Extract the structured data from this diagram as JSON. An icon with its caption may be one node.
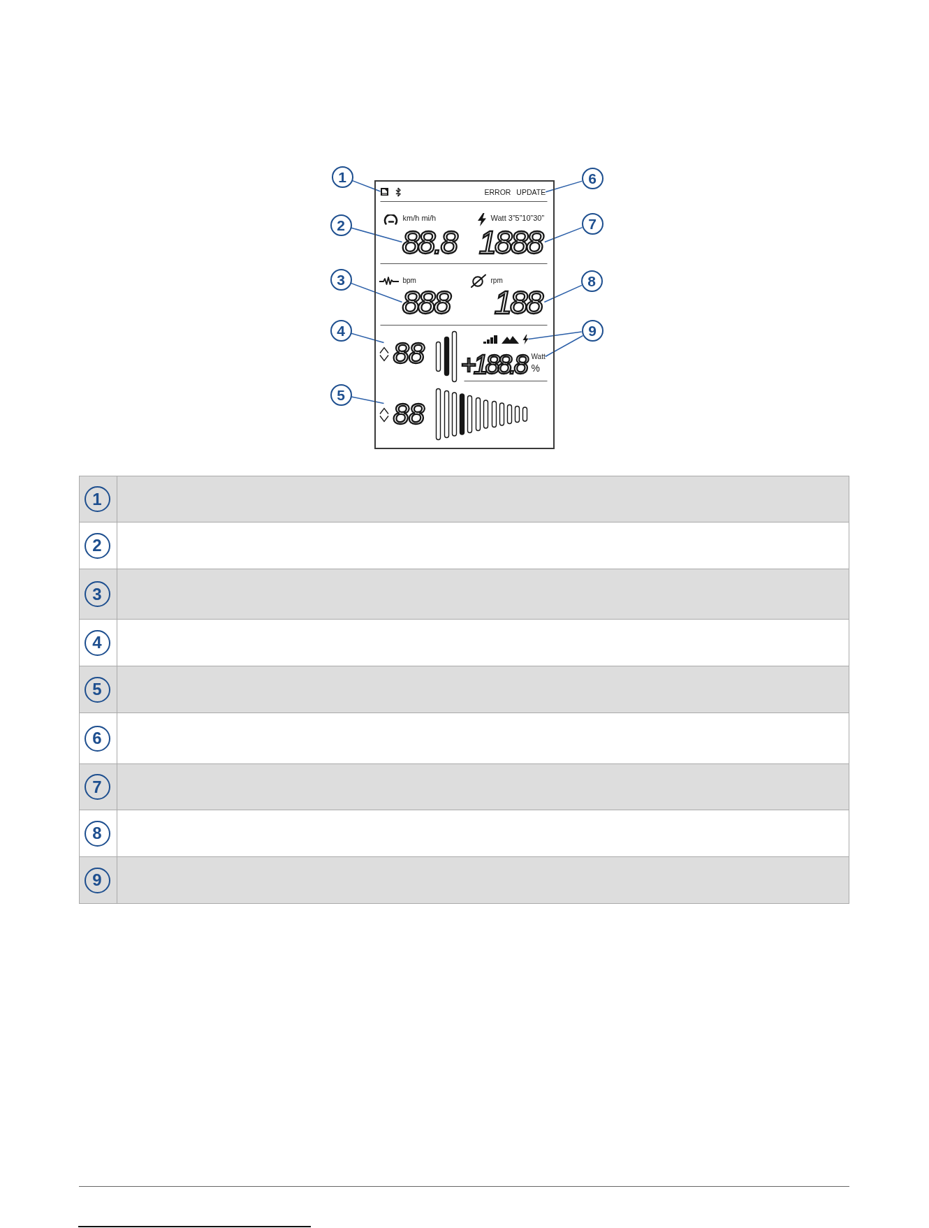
{
  "diagram": {
    "nodes": [
      {
        "text": [
          "1"
        ]
      },
      {
        "text": [],
        "shape": "box"
      },
      {
        "text": [],
        "shape": "picture",
        "in": 1
      },
      {
        "text": [
          "ERROR UPDATE"
        ],
        "in": 1
      },
      {
        "text": [
          "6"
        ]
      },
      {
        "text": [
          "2"
        ]
      },
      {
        "text": [
          "88.8"
        ],
        "in": 1
      },
      {
        "text": [
          "1888"
        ],
        "in": 1
      },
      {
        "text": [
          "7"
        ]
      },
      {
        "text": [
          "3"
        ]
      },
      {
        "text": [
          "888"
        ],
        "in": 1
      },
      {
        "text": [
          "188"
        ],
        "in": 1
      },
      {
        "text": [
          "8"
        ]
      },
      {
        "text": [
          "4"
        ]
      },
      {
        "text": [],
        "shape": "picture",
        "in": 1
      },
      {
        "text": [],
        "shape": "picture",
        "in": 1
      },
      {
        "text": [
          "Watt"
        ],
        "in": 1
      },
      {
        "text": [
          "9"
        ]
      },
      {
        "text": [
          "5"
        ]
      },
      {
        "text": [],
        "shape": "picture",
        "in": 1
      }
    ],
    "edges": [
      {
        "from": 0,
        "to": 2,
        "arrow": "none"
      },
      {
        "from": 4,
        "to": 3,
        "arrow": "none"
      },
      {
        "from": 5,
        "to": 6,
        "arrow": "none"
      },
      {
        "from": 8,
        "to": 7,
        "arrow": "none"
      },
      {
        "from": 9,
        "to": 10,
        "arrow": "none"
      },
      {
        "from": 12,
        "to": 11,
        "arrow": "none"
      },
      {
        "from": 13,
        "to": 14,
        "arrow": "none"
      },
      {
        "from": 17,
        "to": 15,
        "arrow": "none"
      },
      {
        "from": 17,
        "to": 16,
        "arrow": "none"
      },
      {
        "from": 18,
        "to": 19,
        "arrow": "none"
      }
    ],
    "labels": [
      "km/h mi/h",
      "Watt 3”5”10”30”",
      "bpm",
      "rpm",
      "88",
      "+188.8",
      "%",
      "88",
      "1",
      "2",
      "3",
      "4",
      "5",
      "6",
      "7",
      "8",
      "9"
    ]
  }
}
